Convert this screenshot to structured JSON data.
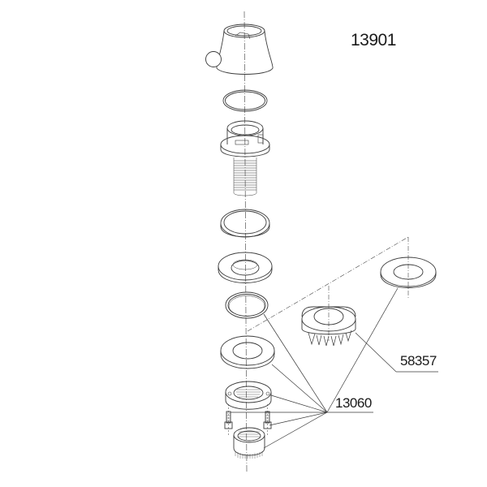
{
  "diagram": {
    "title": "13901",
    "type": "exploded-assembly-view",
    "background": "#ffffff",
    "line_color": "#3a3a3a",
    "callouts": [
      {
        "id": "callout-58357",
        "label": "58357",
        "points_to": [
          "strainer-basket"
        ]
      },
      {
        "id": "callout-13060",
        "label": "13060",
        "points_to": [
          "o-ring-lower",
          "flat-washer-lower",
          "flange-plate",
          "screw-left",
          "screw-right",
          "knurled-nut",
          "flat-washer-right"
        ]
      }
    ],
    "parts": [
      {
        "id": "cap-with-knob",
        "name": "Conical cap with side knob"
      },
      {
        "id": "o-ring-top",
        "name": "O-ring"
      },
      {
        "id": "threaded-body",
        "name": "Threaded body with flange"
      },
      {
        "id": "gasket-ring",
        "name": "Gasket ring"
      },
      {
        "id": "flat-washer-upper",
        "name": "Flat washer"
      },
      {
        "id": "o-ring-lower",
        "name": "O-ring"
      },
      {
        "id": "flat-washer-lower",
        "name": "Flat washer"
      },
      {
        "id": "flange-plate",
        "name": "Threaded flange plate"
      },
      {
        "id": "screw-left",
        "name": "Socket cap screw"
      },
      {
        "id": "screw-right",
        "name": "Socket cap screw"
      },
      {
        "id": "knurled-nut",
        "name": "Knurled nut"
      },
      {
        "id": "strainer-basket",
        "name": "Strainer basket"
      },
      {
        "id": "flat-washer-right",
        "name": "Flat washer"
      }
    ]
  }
}
